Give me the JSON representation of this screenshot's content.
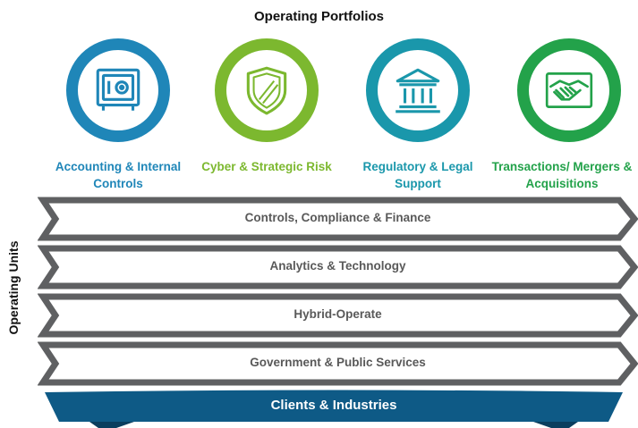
{
  "title": "Operating Portfolios",
  "side_label": "Operating Units",
  "portfolios": [
    {
      "label": "Accounting & Internal Controls",
      "color": "#1f86b8",
      "icon": "vault-icon"
    },
    {
      "label": "Cyber & Strategic Risk",
      "color": "#7cb82f",
      "icon": "shield-icon"
    },
    {
      "label": "Regulatory & Legal Support",
      "color": "#1a97ab",
      "icon": "bank-building-icon"
    },
    {
      "label": "Transactions/ Mergers & Acquisitions",
      "color": "#23a24a",
      "icon": "handshake-icon"
    }
  ],
  "units": [
    "Controls, Compliance & Finance",
    "Analytics & Technology",
    "Hybrid-Operate",
    "Government & Public Services"
  ],
  "banner": {
    "label": "Clients & Industries",
    "color": "#0e5a86"
  },
  "unit_arrow_color": "#5f6062"
}
